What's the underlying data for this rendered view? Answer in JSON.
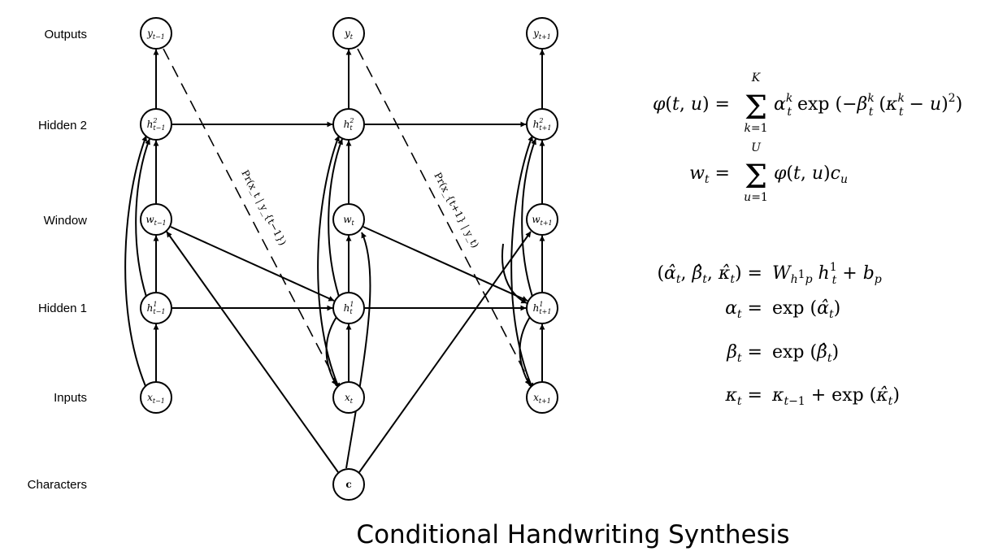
{
  "row_labels": {
    "outputs": "Outputs",
    "hidden2": "Hidden 2",
    "window": "Window",
    "hidden1": "Hidden 1",
    "inputs": "Inputs",
    "characters": "Characters"
  },
  "nodes": {
    "y_prev": {
      "base": "y",
      "sub": "t−1",
      "sup": ""
    },
    "y_t": {
      "base": "y",
      "sub": "t",
      "sup": ""
    },
    "y_next": {
      "base": "y",
      "sub": "t+1",
      "sup": ""
    },
    "h2_prev": {
      "base": "h",
      "sub": "t−1",
      "sup": "2"
    },
    "h2_t": {
      "base": "h",
      "sub": "t",
      "sup": "2"
    },
    "h2_next": {
      "base": "h",
      "sub": "t+1",
      "sup": "2"
    },
    "w_prev": {
      "base": "w",
      "sub": "t−1",
      "sup": ""
    },
    "w_t": {
      "base": "w",
      "sub": "t",
      "sup": ""
    },
    "w_next": {
      "base": "w",
      "sub": "t+1",
      "sup": ""
    },
    "h1_prev": {
      "base": "h",
      "sub": "t−1",
      "sup": "1"
    },
    "h1_t": {
      "base": "h",
      "sub": "t",
      "sup": "1"
    },
    "h1_next": {
      "base": "h",
      "sub": "t+1",
      "sup": "1"
    },
    "x_prev": {
      "base": "x",
      "sub": "t−1",
      "sup": ""
    },
    "x_t": {
      "base": "x",
      "sub": "t",
      "sup": ""
    },
    "x_next": {
      "base": "x",
      "sub": "t+1",
      "sup": ""
    },
    "c": {
      "base": "c",
      "sub": "",
      "sup": ""
    }
  },
  "pr_labels": {
    "first": "Pr(x_t | y_{t−1})",
    "second": "Pr(x_{t+1} | y_t)"
  },
  "equations": {
    "phi": "φ(t, u) = Σ_{k=1}^{K} α_t^k exp(−β_t^k (κ_t^k − u)^2)",
    "w": "w_t = Σ_{u=1}^{U} φ(t, u) c_u",
    "params": "(α̂_t, β̂_t, κ̂_t) = W_{h^1 p} h_t^1 + b_p",
    "alpha": "α_t = exp(α̂_t)",
    "beta": "β_t = exp(β̂_t)",
    "kappa": "κ_t = κ_{t−1} + exp(κ̂_t)"
  },
  "title": "Conditional Handwriting Synthesis"
}
